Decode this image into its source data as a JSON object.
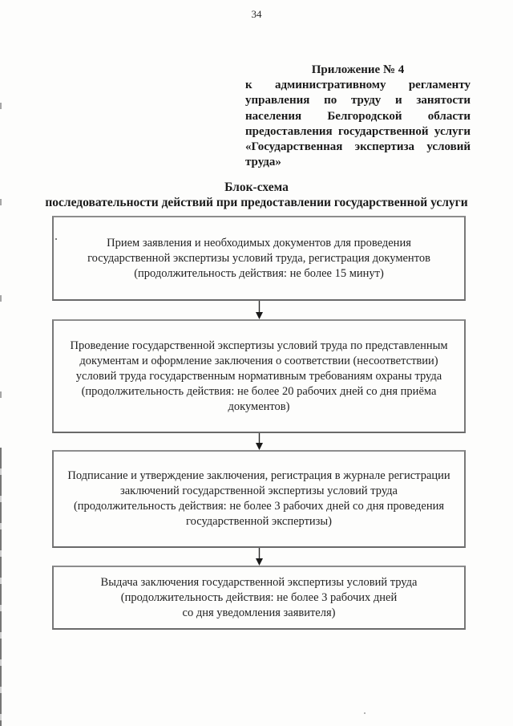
{
  "page": {
    "number": "34"
  },
  "appendix": {
    "title": "Приложение № 4",
    "lines": [
      "к административному регламенту",
      "управления по труду и занятости",
      "населения Белгородской области",
      "предоставления государственной услуги",
      "«Государственная экспертиза условий",
      "труда»"
    ]
  },
  "title": {
    "line1": "Блок-схема",
    "line2": "последовательности действий при предоставлении государственной услуги"
  },
  "flowchart": {
    "steps": [
      {
        "name": "Прием заявления",
        "lines": [
          "Прием заявления и необходимых документов для проведения",
          "государственной экспертизы условий труда, регистрация документов",
          "(продолжительность действия: не более 15 минут)"
        ]
      },
      {
        "name": "Проведение экспертизы",
        "lines": [
          "Проведение государственной экспертизы условий труда по представленным",
          "документам и оформление заключения о соответствии (несоответствии)",
          "условий труда государственным нормативным требованиям охраны труда",
          "(продолжительность действия: не более 20 рабочих дней со дня приёма",
          "документов)"
        ]
      },
      {
        "name": "Подписание и утверждение заключения",
        "lines": [
          "Подписание и утверждение заключения, регистрация в журнале регистрации",
          "заключений государственной экспертизы условий труда",
          "(продолжительность действия: не более 3 рабочих дней со дня проведения",
          "государственной экспертизы)"
        ]
      },
      {
        "name": "Выдача заключения",
        "lines": [
          "Выдача заключения государственной экспертизы условий труда",
          "(продолжительность действия: не более 3 рабочих дней",
          "со дня уведомления заявителя)"
        ]
      }
    ]
  },
  "colors": {
    "box_border": "#787878",
    "text": "#1e1e1e",
    "background": "#fdfdfc"
  }
}
